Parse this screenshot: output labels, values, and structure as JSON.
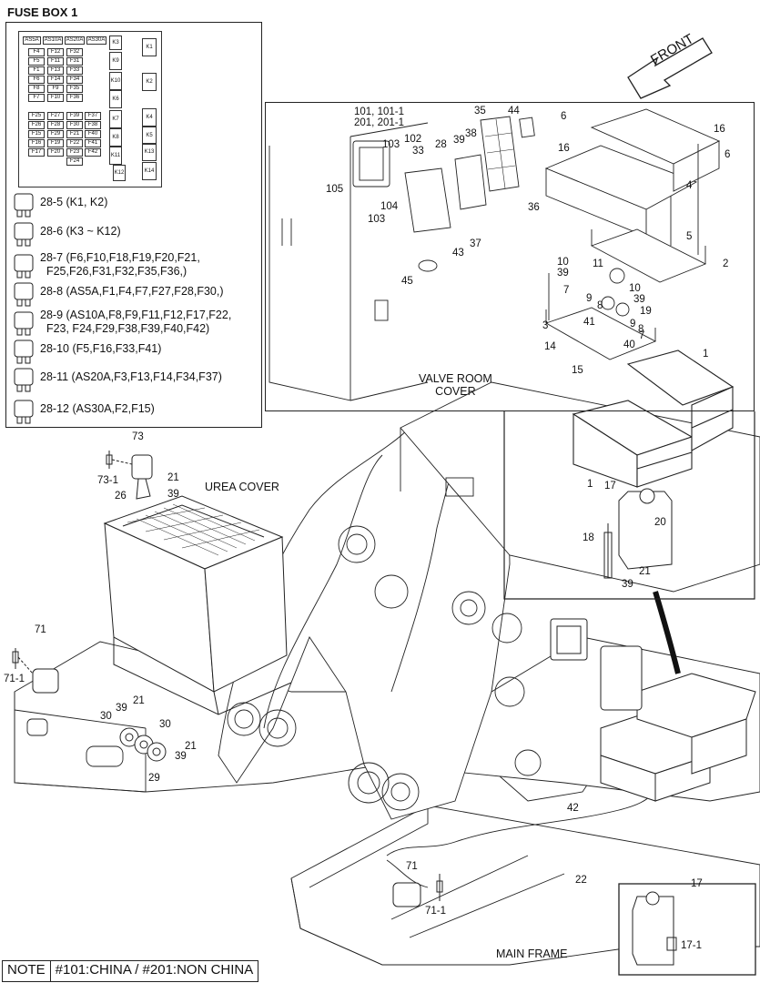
{
  "fuse_box": {
    "title": "FUSE BOX 1",
    "top_row": [
      "AS5A",
      "AS10A",
      "AS20A",
      "AS30A"
    ],
    "grid_a": [
      [
        "F4",
        "F12",
        "F32"
      ],
      [
        "F5",
        "F11",
        "F31"
      ],
      [
        "F1",
        "F13",
        "F33"
      ],
      [
        "F6",
        "F14",
        "F34"
      ],
      [
        "F8",
        "F9",
        "F35"
      ],
      [
        "F7",
        "F10",
        "F36"
      ]
    ],
    "grid_b": [
      [
        "F25",
        "F27",
        "F39",
        "F37"
      ],
      [
        "F26",
        "F28",
        "F30",
        "F38"
      ],
      [
        "F15",
        "F29",
        "F21",
        "F40"
      ],
      [
        "F16",
        "F19",
        "F22",
        "F41"
      ],
      [
        "F17",
        "F20",
        "F23",
        "F42"
      ],
      [
        "F24"
      ]
    ],
    "relays_col1": [
      "K3",
      "K9",
      "K10",
      "K6",
      "K7",
      "K8",
      "K11",
      "K12"
    ],
    "relays_col2": [
      "K1",
      "K2",
      "K4",
      "K5",
      "K13",
      "K14"
    ]
  },
  "legend": [
    {
      "code": "28-5",
      "text": "(K1, K2)"
    },
    {
      "code": "28-6",
      "text": "(K3 ~ K12)"
    },
    {
      "code": "28-7",
      "text": "(F6,F10,F18,F19,F20,F21,\n  F25,F26,F31,F32,F35,F36,)"
    },
    {
      "code": "28-8",
      "text": "(AS5A,F1,F4,F7,F27,F28,F30,)"
    },
    {
      "code": "28-9",
      "text": "(AS10A,F8,F9,F11,F12,F17,F22,\n  F23, F24,F29,F38,F39,F40,F42)"
    },
    {
      "code": "28-10",
      "text": "(F5,F16,F33,F41)"
    },
    {
      "code": "28-11",
      "text": "(AS20A,F3,F13,F14,F34,F37)"
    },
    {
      "code": "28-12",
      "text": "(AS30A,F2,F15)"
    }
  ],
  "front_label": "FRONT",
  "area_labels": {
    "valve_room": "VALVE ROOM\nCOVER",
    "urea_cover": "UREA COVER",
    "main_frame": "MAIN FRAME"
  },
  "callouts_inset": [
    {
      "id": "c101",
      "text": "101, 101-1"
    },
    {
      "id": "c201",
      "text": "201, 201-1"
    },
    {
      "id": "c103a",
      "text": "103"
    },
    {
      "id": "c102",
      "text": "102"
    },
    {
      "id": "c33",
      "text": "33"
    },
    {
      "id": "c28",
      "text": "28"
    },
    {
      "id": "c39a",
      "text": "39"
    },
    {
      "id": "c38",
      "text": "38"
    },
    {
      "id": "c35",
      "text": "35"
    },
    {
      "id": "c44",
      "text": "44"
    },
    {
      "id": "c6a",
      "text": "6"
    },
    {
      "id": "c16a",
      "text": "16"
    },
    {
      "id": "c16b",
      "text": "16"
    },
    {
      "id": "c6b",
      "text": "6"
    },
    {
      "id": "c105",
      "text": "105"
    },
    {
      "id": "c104",
      "text": "104"
    },
    {
      "id": "c103b",
      "text": "103"
    },
    {
      "id": "c36",
      "text": "36"
    },
    {
      "id": "c4",
      "text": "4"
    },
    {
      "id": "c5",
      "text": "5"
    },
    {
      "id": "c2",
      "text": "2"
    },
    {
      "id": "c43",
      "text": "43"
    },
    {
      "id": "c37",
      "text": "37"
    },
    {
      "id": "c45",
      "text": "45"
    },
    {
      "id": "c10a",
      "text": "10"
    },
    {
      "id": "c39b",
      "text": "39"
    },
    {
      "id": "c11",
      "text": "11"
    },
    {
      "id": "c10b",
      "text": "10"
    },
    {
      "id": "c7a",
      "text": "7"
    },
    {
      "id": "c9a",
      "text": "9"
    },
    {
      "id": "c39c",
      "text": "39"
    },
    {
      "id": "c8a",
      "text": "8"
    },
    {
      "id": "c19",
      "text": "19"
    },
    {
      "id": "c3",
      "text": "3"
    },
    {
      "id": "c41",
      "text": "41"
    },
    {
      "id": "c9b",
      "text": "9"
    },
    {
      "id": "c8b",
      "text": "8"
    },
    {
      "id": "c7b",
      "text": "7"
    },
    {
      "id": "c14",
      "text": "14"
    },
    {
      "id": "c40",
      "text": "40"
    },
    {
      "id": "c15",
      "text": "15"
    }
  ],
  "callouts_main": [
    {
      "id": "c1a",
      "text": "1"
    },
    {
      "id": "c1b",
      "text": "1"
    },
    {
      "id": "c17a",
      "text": "17"
    },
    {
      "id": "c20",
      "text": "20"
    },
    {
      "id": "c18",
      "text": "18"
    },
    {
      "id": "c21a",
      "text": "21"
    },
    {
      "id": "c39d",
      "text": "39"
    },
    {
      "id": "c73",
      "text": "73"
    },
    {
      "id": "c731",
      "text": "73-1"
    },
    {
      "id": "c21b",
      "text": "21"
    },
    {
      "id": "c26",
      "text": "26"
    },
    {
      "id": "c39e",
      "text": "39"
    },
    {
      "id": "c71a",
      "text": "71"
    },
    {
      "id": "c711a",
      "text": "71-1"
    },
    {
      "id": "c39f",
      "text": "39"
    },
    {
      "id": "c21c",
      "text": "21"
    },
    {
      "id": "c30a",
      "text": "30"
    },
    {
      "id": "c30b",
      "text": "30"
    },
    {
      "id": "c21d",
      "text": "21"
    },
    {
      "id": "c39g",
      "text": "39"
    },
    {
      "id": "c29",
      "text": "29"
    },
    {
      "id": "c42",
      "text": "42"
    },
    {
      "id": "c22",
      "text": "22"
    },
    {
      "id": "c71b",
      "text": "71"
    },
    {
      "id": "c711b",
      "text": "71-1"
    },
    {
      "id": "c17b",
      "text": "17"
    },
    {
      "id": "c171",
      "text": "17-1"
    }
  ],
  "note": {
    "label": "NOTE",
    "text": "#101:CHINA / #201:NON CHINA"
  }
}
